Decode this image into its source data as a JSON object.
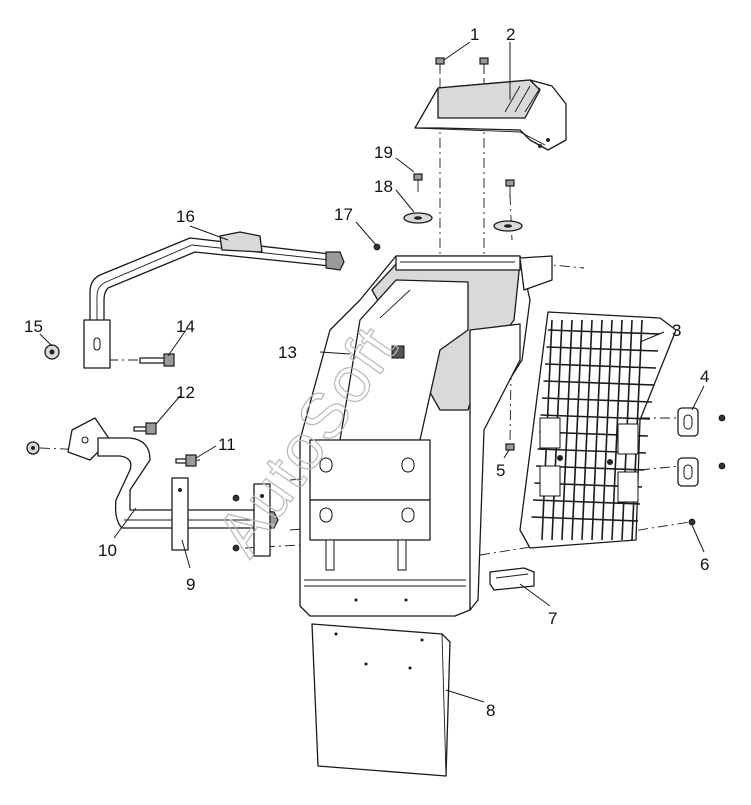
{
  "watermark": "AutoSoft",
  "callouts": [
    {
      "id": "callout-1",
      "label": "1"
    },
    {
      "id": "callout-2",
      "label": "2"
    },
    {
      "id": "callout-3",
      "label": "3"
    },
    {
      "id": "callout-4",
      "label": "4"
    },
    {
      "id": "callout-5",
      "label": "5"
    },
    {
      "id": "callout-6",
      "label": "6"
    },
    {
      "id": "callout-7",
      "label": "7"
    },
    {
      "id": "callout-8",
      "label": "8"
    },
    {
      "id": "callout-9",
      "label": "9"
    },
    {
      "id": "callout-10",
      "label": "10"
    },
    {
      "id": "callout-11",
      "label": "11"
    },
    {
      "id": "callout-12",
      "label": "12"
    },
    {
      "id": "callout-13",
      "label": "13"
    },
    {
      "id": "callout-14",
      "label": "14"
    },
    {
      "id": "callout-15",
      "label": "15"
    },
    {
      "id": "callout-16",
      "label": "16"
    },
    {
      "id": "callout-17",
      "label": "17"
    },
    {
      "id": "callout-18",
      "label": "18"
    },
    {
      "id": "callout-19",
      "label": "19"
    }
  ]
}
